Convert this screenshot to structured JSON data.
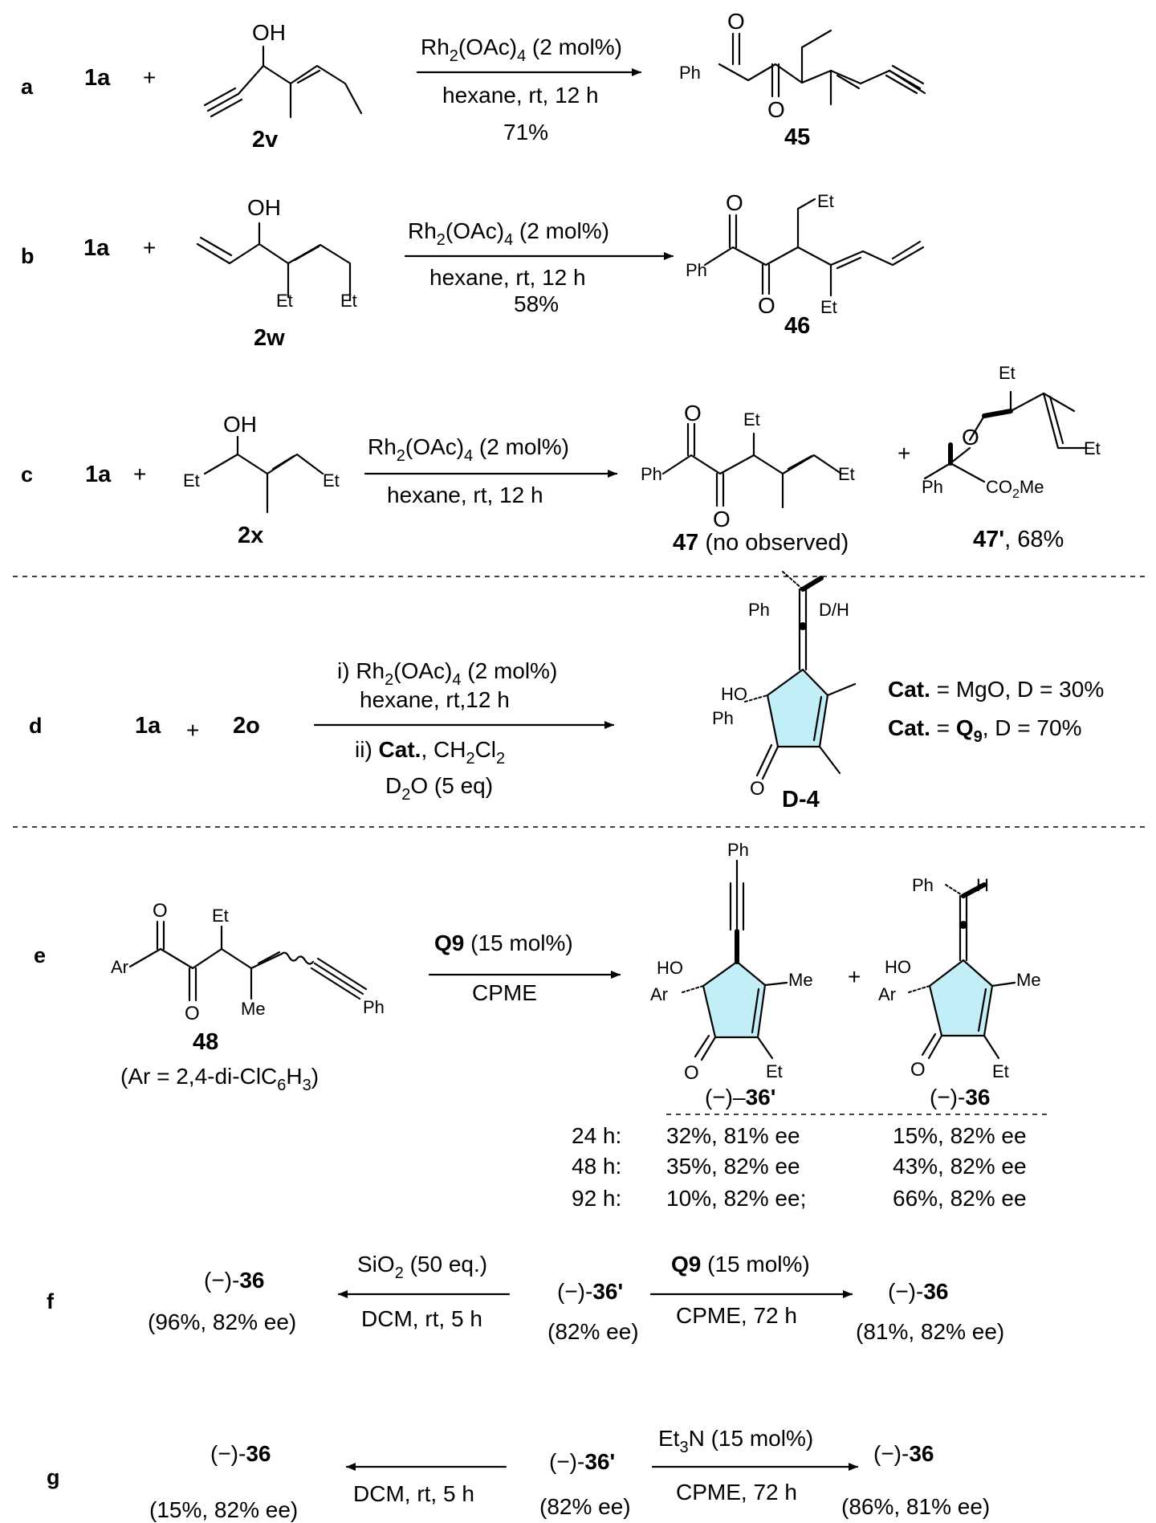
{
  "panels": {
    "a": {
      "label": "a",
      "reactant1": "1a",
      "plus": "+",
      "substrate": {
        "id": "2v",
        "oh": "OH"
      },
      "conditions": {
        "catalyst": "Rh",
        "sub1": "2",
        "cat_rest": "(OAc)",
        "sub2": "4",
        "loading": " (2 mol%)",
        "line2": "hexane, rt, 12 h",
        "yield": "71%"
      },
      "product": {
        "id": "45",
        "o1": "O",
        "o2": "O",
        "ph": "Ph"
      }
    },
    "b": {
      "label": "b",
      "reactant1": "1a",
      "plus": "+",
      "substrate": {
        "id": "2w",
        "oh": "OH",
        "et1": "Et",
        "et2": "Et"
      },
      "conditions": {
        "catalyst": "Rh",
        "sub1": "2",
        "cat_rest": "(OAc)",
        "sub2": "4",
        "loading": " (2 mol%)",
        "line2": "hexane, rt, 12 h",
        "yield": "58%"
      },
      "product": {
        "id": "46",
        "o1": "O",
        "o2": "O",
        "ph": "Ph",
        "et1": "Et",
        "et2": "Et"
      }
    },
    "c": {
      "label": "c",
      "reactant1": "1a",
      "plus": "+",
      "substrate": {
        "id": "2x",
        "oh": "OH",
        "et1": "Et",
        "et2": "Et"
      },
      "conditions": {
        "catalyst": "Rh",
        "sub1": "2",
        "cat_rest": "(OAc)",
        "sub2": "4",
        "loading": " (2 mol%)",
        "line2": "hexane, rt, 12 h"
      },
      "product1": {
        "id": "47",
        "note": " (no observed)",
        "o1": "O",
        "o2": "O",
        "ph": "Ph",
        "et1": "Et",
        "et2": "Et"
      },
      "plus2": "+",
      "product2": {
        "id": "47'",
        "yield": ", 68%",
        "et1": "Et",
        "et2": "Et",
        "o": "O",
        "ph": "Ph",
        "co2": "CO",
        "co2sub": "2",
        "me": "Me"
      }
    },
    "d": {
      "label": "d",
      "reactant1": "1a",
      "plus": "+",
      "reactant2": "2o",
      "conditions": {
        "step1_prefix": "i) Rh",
        "sub1": "2",
        "step1_mid": "(OAc)",
        "sub2": "4",
        "step1_suffix": " (2 mol%)",
        "line2": "hexane, rt,12 h",
        "step2_prefix": "ii) ",
        "cat": "Cat.",
        "step2_mid": ", CH",
        "sub3": "2",
        "step2_cl": "Cl",
        "sub4": "2",
        "line4_pre": "D",
        "sub5": "2",
        "line4_post": "O (5 eq)"
      },
      "product": {
        "id": "D-4",
        "ph": "Ph",
        "dh": "D/H",
        "ho": "HO",
        "ph2": "Ph",
        "o": "O"
      },
      "results": [
        {
          "cat": "Cat.",
          "mid": " = MgO, D = 30%",
          "bold2": "",
          "sub": "",
          "tail": ""
        },
        {
          "cat": "Cat.",
          "mid": " = ",
          "bold2": "Q",
          "sub": "9",
          "tail": ", D = 70%"
        }
      ]
    },
    "e": {
      "label": "e",
      "substrate": {
        "id": "48",
        "note_pre": "(Ar = 2,4-di-ClC",
        "sub1": "6",
        "note_mid": "H",
        "sub2": "3",
        "note_post": ")",
        "ar": "Ar",
        "o1": "O",
        "o2": "O",
        "et": "Et",
        "me": "Me",
        "ph": "Ph"
      },
      "conditions": {
        "cat": "Q9",
        "loading": " (15 mol%)",
        "solvent": "CPME"
      },
      "product1": {
        "prefix": "(−)–",
        "id": "36'",
        "ph": "Ph",
        "ho": "HO",
        "ar": "Ar",
        "me": "Me",
        "et": "Et",
        "o": "O"
      },
      "plus": "+",
      "product2": {
        "prefix": "(−)-",
        "id": "36",
        "ph": "Ph",
        "h": "H",
        "ho": "HO",
        "ar": "Ar",
        "me": "Me",
        "et": "Et",
        "o": "O"
      },
      "table": [
        {
          "time": "24 h:",
          "p1": "32%, 81% ee",
          "p2": "15%, 82% ee"
        },
        {
          "time": "48 h:",
          "p1": "35%, 82% ee",
          "p2": "43%, 82% ee"
        },
        {
          "time": "92 h:",
          "p1": "10%, 82% ee;",
          "p2": "66%, 82% ee"
        }
      ]
    },
    "f": {
      "label": "f",
      "left": {
        "prefix": "(−)-",
        "id": "36",
        "detail": "(96%, 82% ee)"
      },
      "left_cond": {
        "pre": "SiO",
        "sub": "2",
        "post": " (50 eq.)",
        "line2": "DCM, rt, 5 h"
      },
      "center": {
        "prefix": "(−)-",
        "id": "36'",
        "detail": "(82% ee)"
      },
      "right_cond": {
        "cat": "Q9",
        "loading": " (15 mol%)",
        "line2": "CPME, 72 h"
      },
      "right": {
        "prefix": "(−)-",
        "id": "36",
        "detail": "(81%, 82% ee)"
      }
    },
    "g": {
      "label": "g",
      "left": {
        "prefix": "(−)-",
        "id": "36",
        "detail": "(15%, 82% ee)"
      },
      "left_cond": {
        "line2": "DCM, rt, 5 h"
      },
      "center": {
        "prefix": "(−)-",
        "id": "36'",
        "detail": "(82% ee)"
      },
      "right_cond": {
        "pre": "Et",
        "sub": "3",
        "post": "N (15 mol%)",
        "line2": "CPME, 72 h"
      },
      "right": {
        "prefix": "(−)-",
        "id": "36",
        "detail": "(86%, 81% ee)"
      }
    }
  },
  "colors": {
    "ring_fill": "#c2eef8",
    "ring_stroke": "#000000"
  }
}
